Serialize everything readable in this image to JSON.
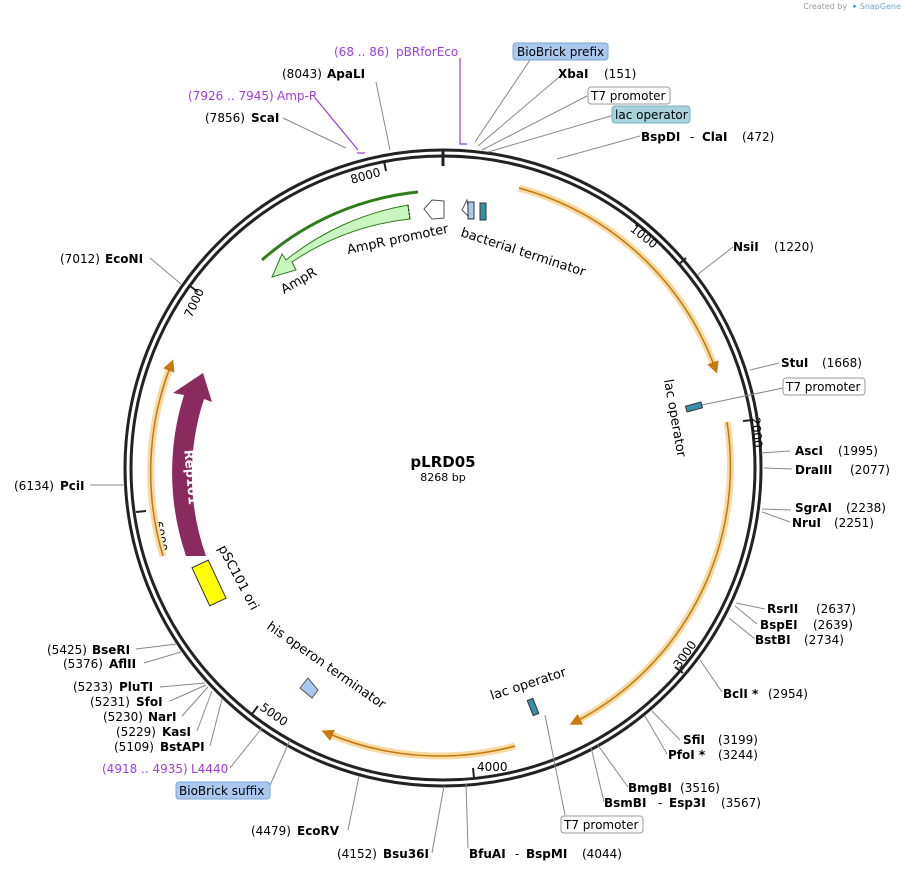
{
  "credit": {
    "created_by": "Created by",
    "brand": "SnapGene"
  },
  "plasmid": {
    "name": "pLRD05",
    "size": "8268 bp"
  },
  "ticks": [
    "1000",
    "2000",
    "3000",
    "4000",
    "5000",
    "6000",
    "7000",
    "8000"
  ],
  "features": {
    "bacterial_terminator": "bacterial terminator",
    "ampr_promoter": "AmpR promoter",
    "ampr": "AmpR",
    "lac_operator_right": "lac operator",
    "lac_operator_bottom": "lac operator",
    "his_operon_terminator": "his operon terminator",
    "psc101_ori": "pSC101 ori",
    "rep101": "Rep101"
  },
  "boxed_labels": {
    "biobrick_prefix": "BioBrick prefix",
    "t7_promoter_top": "T7 promoter",
    "lac_operator_top": "lac operator",
    "t7_promoter_right": "T7 promoter",
    "t7_promoter_bottom": "T7 promoter",
    "biobrick_suffix": "BioBrick suffix"
  },
  "primers": {
    "pbrforeco": {
      "range": "(68 .. 86)",
      "name": "pBRforEco"
    },
    "amp_r": {
      "range": "(7926 .. 7945)",
      "name": "Amp-R"
    },
    "l4440": {
      "range": "(4918 .. 4935)",
      "name": "L4440"
    }
  },
  "sites": {
    "apali": {
      "pos": "(8043)",
      "name": "ApaLI"
    },
    "scai": {
      "pos": "(7856)",
      "name": "ScaI"
    },
    "xbai": {
      "name": "XbaI",
      "pos": "(151)"
    },
    "bspdi_clai": {
      "name1": "BspDI",
      "sep": "-",
      "name2": "ClaI",
      "pos": "(472)"
    },
    "nsii": {
      "name": "NsiI",
      "pos": "(1220)"
    },
    "stui": {
      "name": "StuI",
      "pos": "(1668)"
    },
    "asci": {
      "name": "AscI",
      "pos": "(1995)"
    },
    "draiii": {
      "name": "DraIII",
      "pos": "(2077)"
    },
    "sgrai": {
      "name": "SgrAI",
      "pos": "(2238)"
    },
    "nrui": {
      "name": "NruI",
      "pos": "(2251)"
    },
    "rsrii": {
      "name": "RsrII",
      "pos": "(2637)"
    },
    "bspei": {
      "name": "BspEI",
      "pos": "(2639)"
    },
    "bstbi": {
      "name": "BstBI",
      "pos": "(2734)"
    },
    "bcli": {
      "name": "BclI *",
      "pos": "(2954)"
    },
    "sfii": {
      "name": "SfiI",
      "pos": "(3199)"
    },
    "pfoi": {
      "name": "PfoI *",
      "pos": "(3244)"
    },
    "bmgbi": {
      "name": "BmgBI",
      "pos": "(3516)"
    },
    "bsmbi_esp3i": {
      "name1": "BsmBI",
      "sep": "-",
      "name2": "Esp3I",
      "pos": "(3567)"
    },
    "bfuai_bspmi": {
      "name1": "BfuAI",
      "sep": "-",
      "name2": "BspMI",
      "pos": "(4044)"
    },
    "bsu36i": {
      "pos": "(4152)",
      "name": "Bsu36I"
    },
    "ecorv": {
      "pos": "(4479)",
      "name": "EcoRV"
    },
    "bstapi": {
      "pos": "(5109)",
      "name": "BstAPI"
    },
    "kasi": {
      "pos": "(5229)",
      "name": "KasI"
    },
    "nari": {
      "pos": "(5230)",
      "name": "NarI"
    },
    "sfoi": {
      "pos": "(5231)",
      "name": "SfoI"
    },
    "pluti": {
      "pos": "(5233)",
      "name": "PluTI"
    },
    "aflii": {
      "pos": "(5376)",
      "name": "AflII"
    },
    "bseri": {
      "pos": "(5425)",
      "name": "BseRI"
    },
    "pcii": {
      "pos": "(6134)",
      "name": "PciI"
    },
    "econi": {
      "pos": "(7012)",
      "name": "EcoNI"
    }
  },
  "colors": {
    "backbone": "#222222",
    "orf_orange": "#f2b560",
    "ampr_green": "#c8f5c0",
    "ampr_dark_green": "#2e7d1a",
    "rep101": "#8b2a5e",
    "ori": "#ffff00",
    "primer": "#9b3fd6",
    "box_blue": "#a8c8f0",
    "box_teal": "#a9d3dc"
  }
}
